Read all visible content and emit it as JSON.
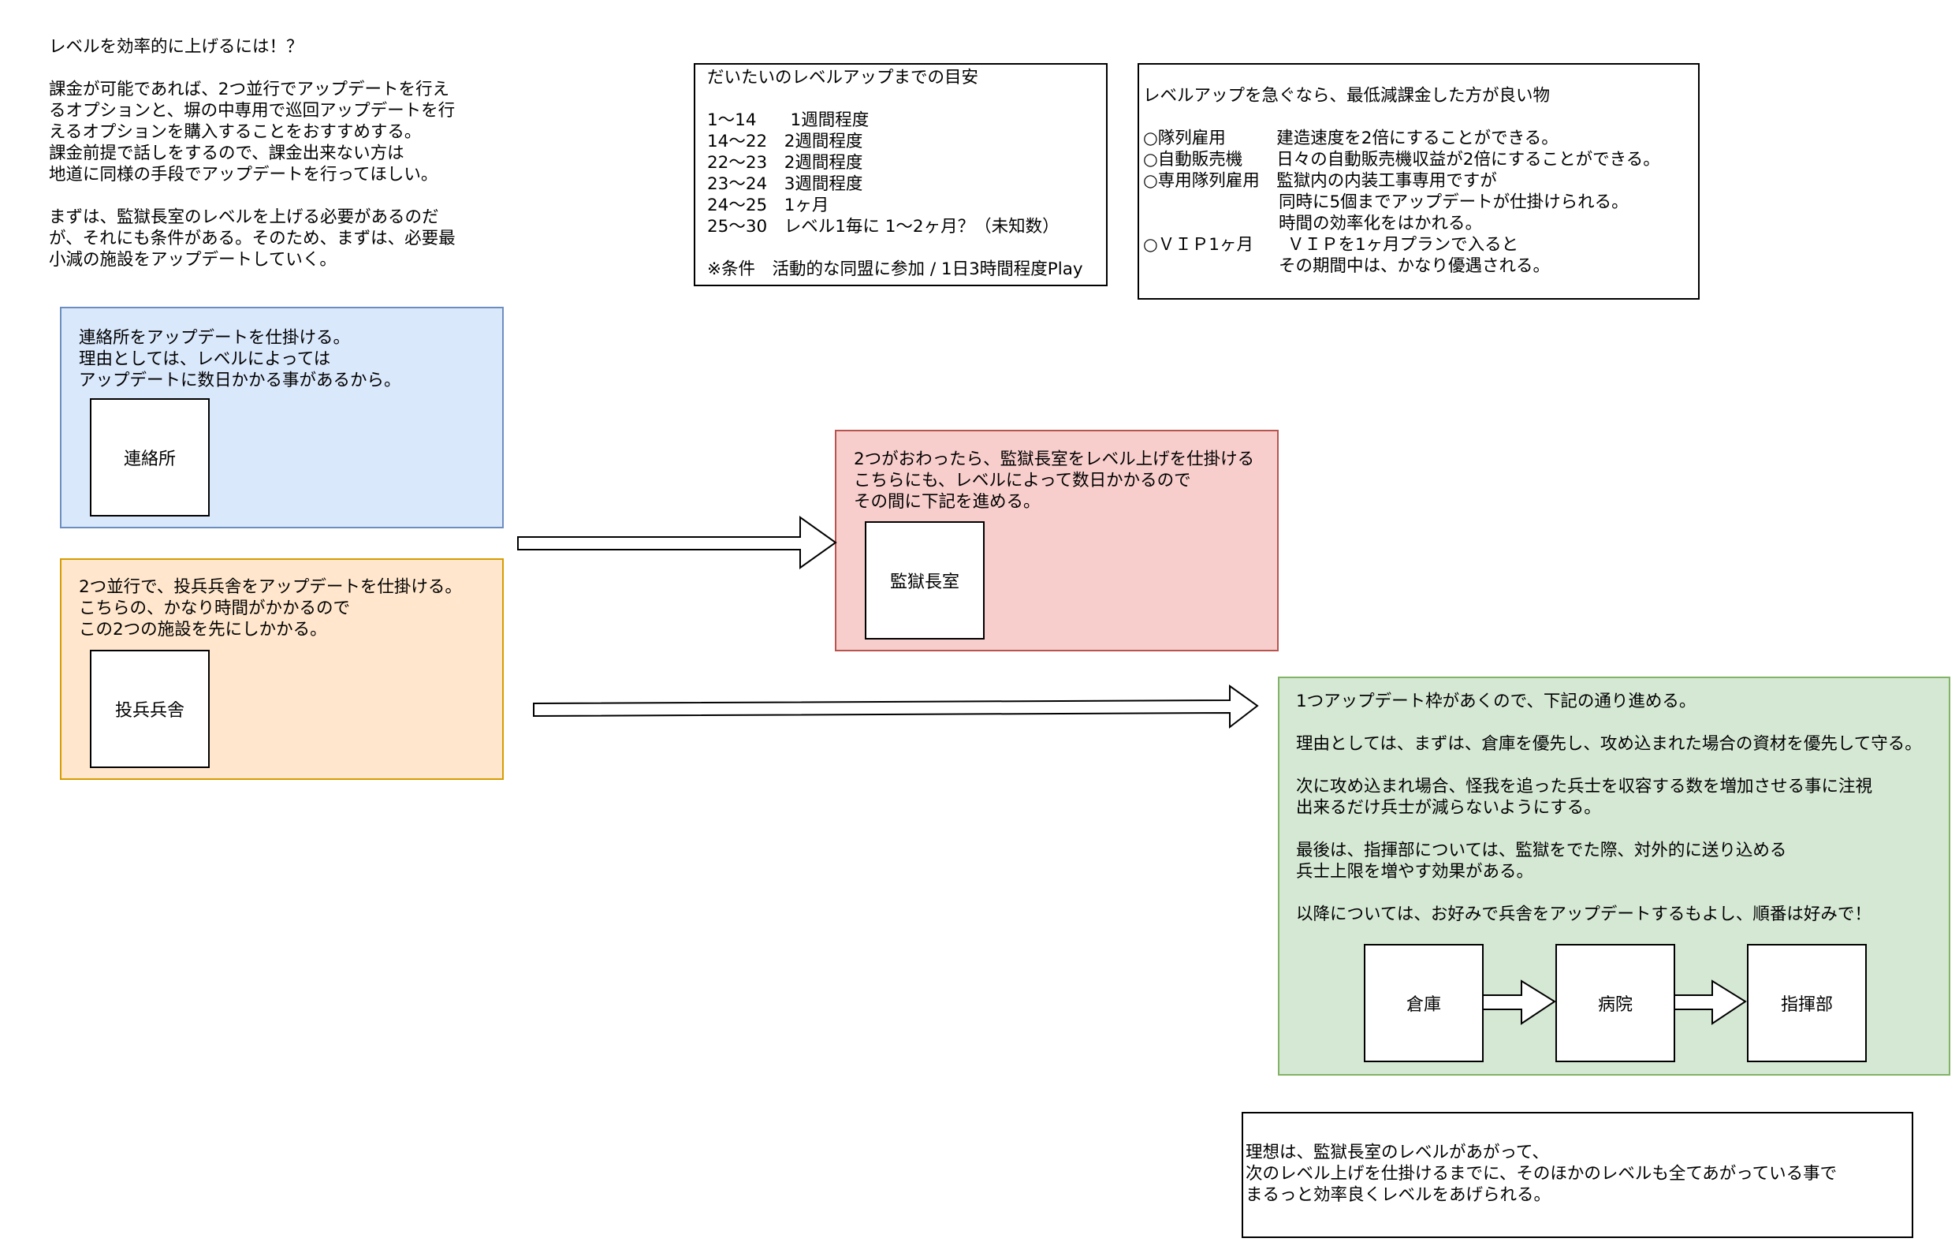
{
  "intro": {
    "text": "レベルを効率的に上げるには！？\n\n課金が可能であれば、2つ並行でアップデートを行え\nるオプションと、塀の中専用で巡回アップデートを行\nえるオプションを購入することをおすすめする。\n課金前提で話しをするので、課金出来ない方は\n地道に同様の手段でアップデートを行ってほしい。\n\nまずは、監獄長室のレベルを上げる必要があるのだ\nが、それにも条件がある。そのため、まずは、必要最\n小減の施設をアップデートしていく。"
  },
  "schedule": {
    "text": "だいたいのレベルアップまでの目安\n\n1〜14　　1週間程度\n14〜22　2週間程度\n22〜23　2週間程度\n23〜24　3週間程度\n24〜25　1ヶ月\n25〜30　レベル1毎に 1〜2ヶ月？（未知数）\n\n※条件　活動的な同盟に参加 / 1日3時間程度Play"
  },
  "purchase": {
    "text": "レベルアップを急ぐなら、最低減課金した方が良い物\n\n○隊列雇用　　　建造速度を2倍にすることができる。\n○自動販売機　　日々の自動販売機収益が2倍にすることができる。\n○専用隊列雇用　監獄内の内装工事専用ですが\n　　　　　　　　同時に5個までアップデートが仕掛けられる。\n　　　　　　　　時間の効率化をはかれる。\n○ＶＩＰ1ヶ月　　ＶＩＰを1ヶ月プランで入ると\n　　　　　　　　その期間中は、かなり優遇される。"
  },
  "step_liaison": {
    "text": "連絡所をアップデートを仕掛ける。\n理由としては、レベルによっては\nアップデートに数日かかる事があるから。",
    "node": "連絡所"
  },
  "step_barracks": {
    "text": "2つ並行で、投兵兵舎をアップデートを仕掛ける。\nこちらの、かなり時間がかかるので\nこの2つの施設を先にしかかる。",
    "node": "投兵兵舎"
  },
  "step_warden": {
    "text": "2つがおわったら、監獄長室をレベル上げを仕掛ける\nこちらにも、レベルによって数日かかるので\nその間に下記を進める。",
    "node": "監獄長室"
  },
  "step_next": {
    "text": "1つアップデート枠があくので、下記の通り進める。\n\n理由としては、まずは、倉庫を優先し、攻め込まれた場合の資材を優先して守る。\n\n次に攻め込まれ場合、怪我を追った兵士を収容する数を増加させる事に注視\n出来るだけ兵士が減らないようにする。\n\n最後は、指揮部については、監獄をでた際、対外的に送り込める\n兵士上限を増やす効果がある。\n\n以降については、お好みで兵舎をアップデートするもよし、順番は好みで！",
    "nodes": [
      "倉庫",
      "病院",
      "指揮部"
    ]
  },
  "ideal": {
    "text": "理想は、監獄長室のレベルがあがって、\n次のレベル上げを仕掛けるまでに、そのほかのレベルも全てあがっている事で\nまるっと効率良くレベルをあげられる。"
  }
}
